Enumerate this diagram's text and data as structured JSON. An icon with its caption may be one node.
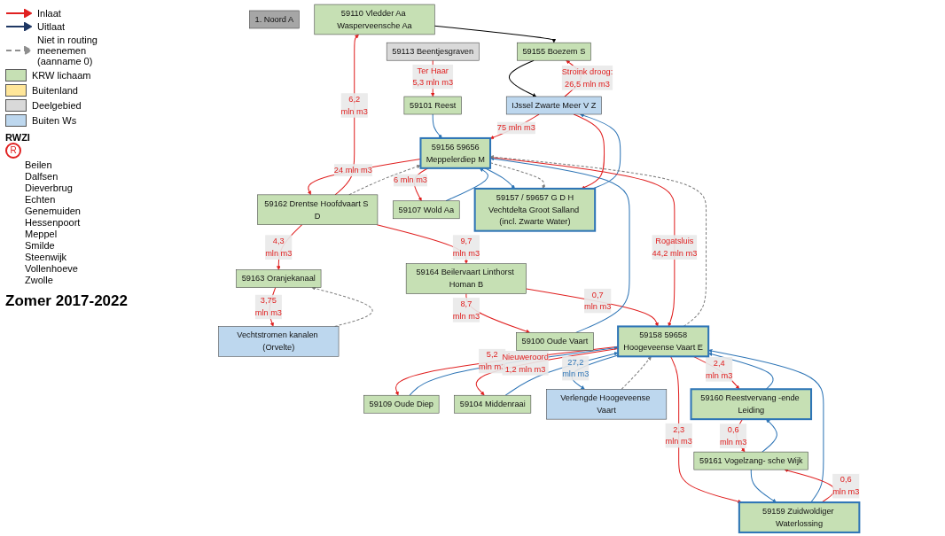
{
  "diagram": {
    "caption": "Zomer 2017-2022",
    "nodes": [
      {
        "text": [
          "1. Noord A"
        ]
      },
      {
        "text": [
          "59110 Vledder Aa Wasperveensche Aa"
        ]
      },
      {
        "text": [
          "59162 Drentse Hoofdvaart",
          "S",
          "D"
        ]
      },
      {
        "text": [
          "59163 Oranjekanaal"
        ]
      },
      {
        "text": [
          "Vechtstromen kanalen (Orvelte)"
        ]
      },
      {
        "text": [
          "59164 Beilervaart Linthorst Homan",
          "B"
        ]
      },
      {
        "text": [
          "59155 Boezem",
          "S"
        ]
      },
      {
        "text": [
          "59156",
          "59656",
          "Meppelerdiep",
          "M"
        ]
      },
      {
        "text": [
          "59100 Oude Vaart"
        ]
      },
      {
        "text": [
          "59107 Wold Aa"
        ]
      },
      {
        "text": [
          "59101 Reest"
        ]
      },
      {
        "text": [
          "59113 Beentjesgraven"
        ]
      },
      {
        "text": [
          "59109 Oude Diep"
        ]
      },
      {
        "text": [
          "59104 Middenraai"
        ]
      },
      {
        "text": [
          "Verlengde Hoogeveense Vaart"
        ]
      },
      {
        "text": [
          "IJssel Zwarte Meer",
          "V",
          "Z"
        ]
      },
      {
        "text": [
          "59158",
          "59658",
          "Hoogeveense Vaart",
          "E"
        ]
      },
      {
        "text": [
          "59157 /",
          "59657",
          "G",
          "D",
          "H",
          "Vechtdelta Groot Salland (incl. Zwarte Water)"
        ]
      },
      {
        "text": [
          "59160 Reestvervang -ende Leiding"
        ]
      },
      {
        "text": [
          "59161 Vogelzang- sche Wijk"
        ]
      },
      {
        "text": [
          "59159 Zuidwoldiger Waterlossing"
        ]
      }
    ],
    "edges": [
      {
        "from": 2,
        "to": 1,
        "arrow": "to",
        "label": "6,2 mln m3"
      },
      {
        "from": 2,
        "to": 3,
        "arrow": "to",
        "label": "4,3 mln m3"
      },
      {
        "from": 3,
        "to": 4,
        "arrow": "to",
        "label": "3,75 mln m3"
      },
      {
        "from": 4,
        "to": 3,
        "arrow": "to",
        "style": "dashed",
        "color": "#7f7f7f"
      },
      {
        "from": 2,
        "to": 5,
        "arrow": "to",
        "label": "9,7 mln m3"
      },
      {
        "from": 1,
        "to": 6,
        "arrow": "to",
        "color": "#000000"
      },
      {
        "from": 2,
        "to": 7,
        "arrow": "to",
        "style": "dashed",
        "color": "#7f7f7f"
      },
      {
        "from": 7,
        "to": 2,
        "arrow": "to",
        "label": "24 mln m3"
      },
      {
        "from": 5,
        "to": 8,
        "arrow": "to",
        "label": "8,7 mln m3"
      },
      {
        "from": 5,
        "to": 16,
        "arrow": "to",
        "label": "0,7 mln m3"
      },
      {
        "from": 8,
        "to": 7,
        "arrow": "to",
        "color": "#2e75b6"
      },
      {
        "from": 9,
        "to": 7,
        "arrow": "to",
        "color": "#2e75b6"
      },
      {
        "from": 7,
        "to": 9,
        "arrow": "to",
        "label": "6 mln m3"
      },
      {
        "from": 10,
        "to": 7,
        "arrow": "to",
        "color": "#2e75b6"
      },
      {
        "from": 11,
        "to": 10,
        "arrow": "to",
        "label": "Ter Haar 5,3 mln m3"
      },
      {
        "from": 6,
        "to": 15,
        "arrow": "to",
        "color": "#000000"
      },
      {
        "from": 15,
        "to": 6,
        "arrow": "to",
        "label": "Stroink droog: 26,5 mln m3"
      },
      {
        "from": 15,
        "to": 7,
        "arrow": "to",
        "label": "75 mln m3"
      },
      {
        "from": 7,
        "to": 17,
        "arrow": "to",
        "color": "#2e75b6"
      },
      {
        "from": 7,
        "to": 17,
        "arrow": "to",
        "style": "dashed",
        "color": "#7f7f7f"
      },
      {
        "from": 17,
        "to": 15,
        "arrow": "to",
        "color": "#2e75b6"
      },
      {
        "from": 15,
        "to": 17,
        "arrow": "to"
      },
      {
        "from": 7,
        "to": 16,
        "arrow": "to",
        "label": "Rogatsluis 44,2 mln m3"
      },
      {
        "from": 16,
        "to": 7,
        "arrow": "to",
        "style": "dashed",
        "color": "#7f7f7f"
      },
      {
        "from": 16,
        "to": 12,
        "arrow": "to",
        "label": "5,2 mln m3"
      },
      {
        "from": 12,
        "to": 16,
        "arrow": "to",
        "color": "#2e75b6"
      },
      {
        "from": 13,
        "to": 16,
        "arrow": "to",
        "color": "#2e75b6"
      },
      {
        "from": 16,
        "to": 13,
        "arrow": "to",
        "label": "Nieuweroord 1,2 mln m3"
      },
      {
        "from": 16,
        "to": 14,
        "arrow": "to",
        "label": "27,2 mln m3",
        "color": "#2e75b6"
      },
      {
        "from": 14,
        "to": 16,
        "arrow": "to",
        "style": "dashed",
        "color": "#7f7f7f"
      },
      {
        "from": 16,
        "to": 18,
        "arrow": "to",
        "label": "2,4 mln m3"
      },
      {
        "from": 18,
        "to": 16,
        "arrow": "to",
        "color": "#2e75b6"
      },
      {
        "from": 16,
        "to": 20,
        "arrow": "to",
        "label": "2,3 mln m3"
      },
      {
        "from": 20,
        "to": 16,
        "arrow": "to",
        "color": "#2e75b6"
      },
      {
        "from": 19,
        "to": 18,
        "arrow": "to",
        "color": "#2e75b6"
      },
      {
        "from": 18,
        "to": 19,
        "arrow": "to",
        "label": "0,6 mln m3"
      },
      {
        "from": 19,
        "to": 20,
        "arrow": "to",
        "color": "#2e75b6"
      },
      {
        "from": 20,
        "to": 19,
        "arrow": "to",
        "label": "0,6 mln m3"
      }
    ],
    "labels": [
      "RWZI",
      "R",
      "Beilen",
      "Dalfsen",
      "Dieverbrug",
      "Echten",
      "Genemuiden",
      "Hessenpoort",
      "Meppel",
      "Smilde",
      "Steenwijk",
      "Vollenhoeve",
      "Zwolle"
    ],
    "legend": [
      {
        "text": "Inlaat"
      },
      {
        "text": "Uitlaat"
      },
      {
        "text": "Niet in routing meenemen (aanname 0)"
      },
      {
        "text": "KRW lichaam",
        "color": "#c6e0b4"
      },
      {
        "text": "Buitenland",
        "color": "#ffe699"
      },
      {
        "text": "Deelgebied",
        "color": "#d9d9d9"
      },
      {
        "text": "Buiten Ws",
        "color": "#bdd7ee"
      }
    ]
  }
}
